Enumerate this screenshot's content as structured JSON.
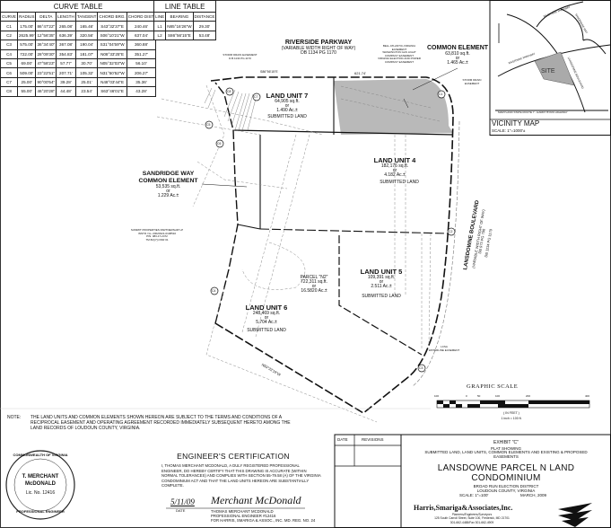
{
  "curve_table": {
    "title": "CURVE TABLE",
    "headers": [
      "CURVE",
      "RADIUS",
      "DELTA",
      "LENGTH",
      "TANGENT",
      "CHORD BRG.",
      "CHORD DIST."
    ],
    "rows": [
      [
        "C1",
        "175.00'",
        "86°47'22\"",
        "265.08'",
        "165.46'",
        "S43°32'37\"E",
        "240.46'"
      ],
      [
        "C2",
        "2625.99'",
        "12°56'35\"",
        "636.39'",
        "320.56'",
        "S06°10'21\"W",
        "637.04'"
      ],
      [
        "C3",
        "575.00'",
        "36°34'40\"",
        "367.08'",
        "190.04'",
        "S31°04'59\"W",
        "360.88'"
      ],
      [
        "C4",
        "722.00'",
        "28°09'30\"",
        "354.83'",
        "181.07'",
        "N08°33'25\"E",
        "351.27'"
      ],
      [
        "C5",
        "69.00'",
        "47°58'23\"",
        "57.77'",
        "30.70'",
        "N05°32'03\"W",
        "56.10'"
      ],
      [
        "C6",
        "509.00'",
        "23°22'51\"",
        "207.71'",
        "105.32'",
        "N31°50'52\"W",
        "206.27'"
      ],
      [
        "C7",
        "25.00'",
        "90°00'54\"",
        "39.28'",
        "25.01'",
        "N48°03'44\"E",
        "35.36'"
      ],
      [
        "C8",
        "55.00'",
        "46°20'28\"",
        "44.48'",
        "23.54'",
        "S63°46'01\"E",
        "43.28'"
      ]
    ]
  },
  "line_table": {
    "title": "LINE TABLE",
    "headers": [
      "LINE",
      "BEARING",
      "DISTANCE"
    ],
    "rows": [
      [
        "L1",
        "N85°16'26\"W",
        "29.30'"
      ],
      [
        "L2",
        "S86°56'15\"E",
        "53.48'"
      ]
    ]
  },
  "vicinity_map": {
    "title": "VICINITY MAP",
    "scale": "SCALE: 1\"=1000'±",
    "site": "SITE",
    "road1": "RIVERSIDE PARKWAY",
    "road2": "LANSDOWNE BOULEVARD",
    "road3": "RIVERSIDE PARKWAY",
    "road4": "SANDRIDGE WAY",
    "highway": "MARYLAND STATE ROUTE 7 - HARRY BYRD HIGHWAY"
  },
  "plat": {
    "riverside": {
      "name": "RIVERSIDE PARKWAY",
      "width": "(VARIABLE WIDTH RIGHT OF WAY)",
      "ref": "DB 1134 PG 1170"
    },
    "common_element": {
      "name": "COMMON ELEMENT",
      "area_sf": "63,810 sq.ft.",
      "or": "or",
      "area_ac": "1.465 Ac.±"
    },
    "land_unit_7": {
      "name": "LAND UNIT 7",
      "area_sf": "64,905 sq.ft.",
      "or": "or",
      "area_ac": "1.490 Ac.±",
      "status": "SUBMITTED LAND"
    },
    "land_unit_4": {
      "name": "LAND UNIT 4",
      "area_sf": "182,176 sq.ft.",
      "or": "or",
      "area_ac": "4.182 Ac.±",
      "status": "SUBMITTED LAND"
    },
    "land_unit_5": {
      "name": "LAND UNIT 5",
      "area_sf": "109,391 sq.ft.",
      "or": "or",
      "area_ac": "2.511 Ac.±",
      "status": "SUBMITTED LAND"
    },
    "land_unit_6": {
      "name": "LAND UNIT 6",
      "area_sf": "248,469 sq.ft.",
      "or": "or",
      "area_ac": "5.704 Ac.±",
      "status": "SUBMITTED LAND"
    },
    "parcel": {
      "name": "PARCEL \"N2\"",
      "area_sf": "722,311 sq.ft.",
      "or": "or",
      "area_ac": "16.5820 Ac.±"
    },
    "sandridge": {
      "name": "SANDRIDGE WAY\nCOMMON ELEMENT",
      "area_sf": "53,535 sq.ft.",
      "or": "or",
      "area_ac": "1.229 Ac.±"
    },
    "lansdowne": {
      "name": "LANSDOWNE BOULEVARD",
      "width": "(VARIABLE WIDTH RIGHT OF WAY)",
      "ref1": "DB 973 PG 790",
      "ref2": "DB 1134 PG 1170"
    },
    "bearings": {
      "north": "S86°56'15\"E",
      "north_dist": "621.74'",
      "south": "N59°33'19\"W"
    },
    "labels": {
      "storm1": "STORM DRAIN EASEMENT\nD.B.1134 PG.1170",
      "storm2": "STORM DRAIN\nEASEMENT",
      "waterline": "LCSA\nWATERLINE EASEMENT",
      "bell": "BELL ATLANTIC-VIRGINIA\nEASEMENT\nWASHINGTON GAS LIGHT\nCOMPANY EASEMENT\nVIRGINIA ELECTRIC AND POWER\nCOMPANY EASEMENT",
      "summit": "SUMMIT PROPERTIES PARTNERSHIP LP\nINSTR. No. 20020321-0108510\nPIN: 083-17-2472\nTM 82((7)) PAR 01"
    },
    "curve_tags": [
      "C1",
      "C2",
      "C3",
      "C4",
      "C5",
      "C6",
      "C7",
      "C8"
    ]
  },
  "graphic_scale": {
    "title": "GRAPHIC SCALE",
    "ticks": [
      "100",
      "0",
      "50",
      "100",
      "200",
      "400"
    ],
    "unit": "( IN FEET )",
    "ratio": "1 inch = 100 ft."
  },
  "note": {
    "label": "NOTE:",
    "text": "THE LAND UNITS AND COMMON ELEMENTS SHOWN HEREON ARE SUBJECT TO THE TERMS AND CONDITIONS OF A RECIPROCAL EASEMENT AND OPERATING AGREEMENT RECORDED IMMEDIATELY SUBSEQUENT HERETO AMONG THE LAND RECORDS OF LOUDOUN COUNTY, VIRGINIA."
  },
  "seal": {
    "top": "COMMONWEALTH OF VIRGINIA",
    "name1": "T. MERCHANT",
    "name2": "McDONALD",
    "lic": "Lic. No. 12416",
    "bottom": "PROFESSIONAL ENGINEER"
  },
  "certification": {
    "title": "ENGINEER'S CERTIFICATION",
    "text": "I, THOMAS MERCHANT MCDONALD, A DULY REGISTERED PROFESSIONAL ENGINEER, DO HEREBY CERTIFY THAT THIS DRAWING IS ACCURATE (WITHIN NORMAL TOLERANCES) AND COMPLIES WITH SECTION 55-79.58 (A) OF THE VIRGINIA CONDOMINIUM ACT AND THAT THE LAND UNITS HEREON ARE SUBSTANTIALLY COMPLETE.",
    "date": "5/11/09",
    "date_label": "DATE",
    "signature": "Merchant McDonald",
    "signer": "THOMAS MERCHANT MCDONALD",
    "pe": "PROFESSIONAL ENGINEER #12416",
    "firm": "FOR HARRIS, SMARIGA & ASSOC., INC. MD. REG. NO. 24"
  },
  "revisions": {
    "date_header": "DATE",
    "revisions_header": "REVISIONS"
  },
  "title_block": {
    "exhibit": "EXHIBIT \"C\"",
    "plat_showing": "PLAT SHOWING",
    "subtitle": "SUBMITTED LAND, LAND UNITS, COMMON ELEMENTS AND EXISTING & PROPOSED EASEMENTS",
    "title1": "LANSDOWNE PARCEL N LAND",
    "title2": "CONDOMINIUM",
    "district": "BROAD RUN ELECTION DISTRICT",
    "county": "LOUDOUN COUNTY, VIRGINIA",
    "scale": "SCALE: 1\"=100'",
    "date": "MARCH, 2009",
    "firm": "Harris,Smariga&Associates,Inc.",
    "firm_sub": "Planners/Engineers/Surveyors",
    "address": "125 South Carroll Street, Suite 100, Frederick, MD 21701",
    "phone": "301-662-4488/Fax 301-662-4909"
  }
}
